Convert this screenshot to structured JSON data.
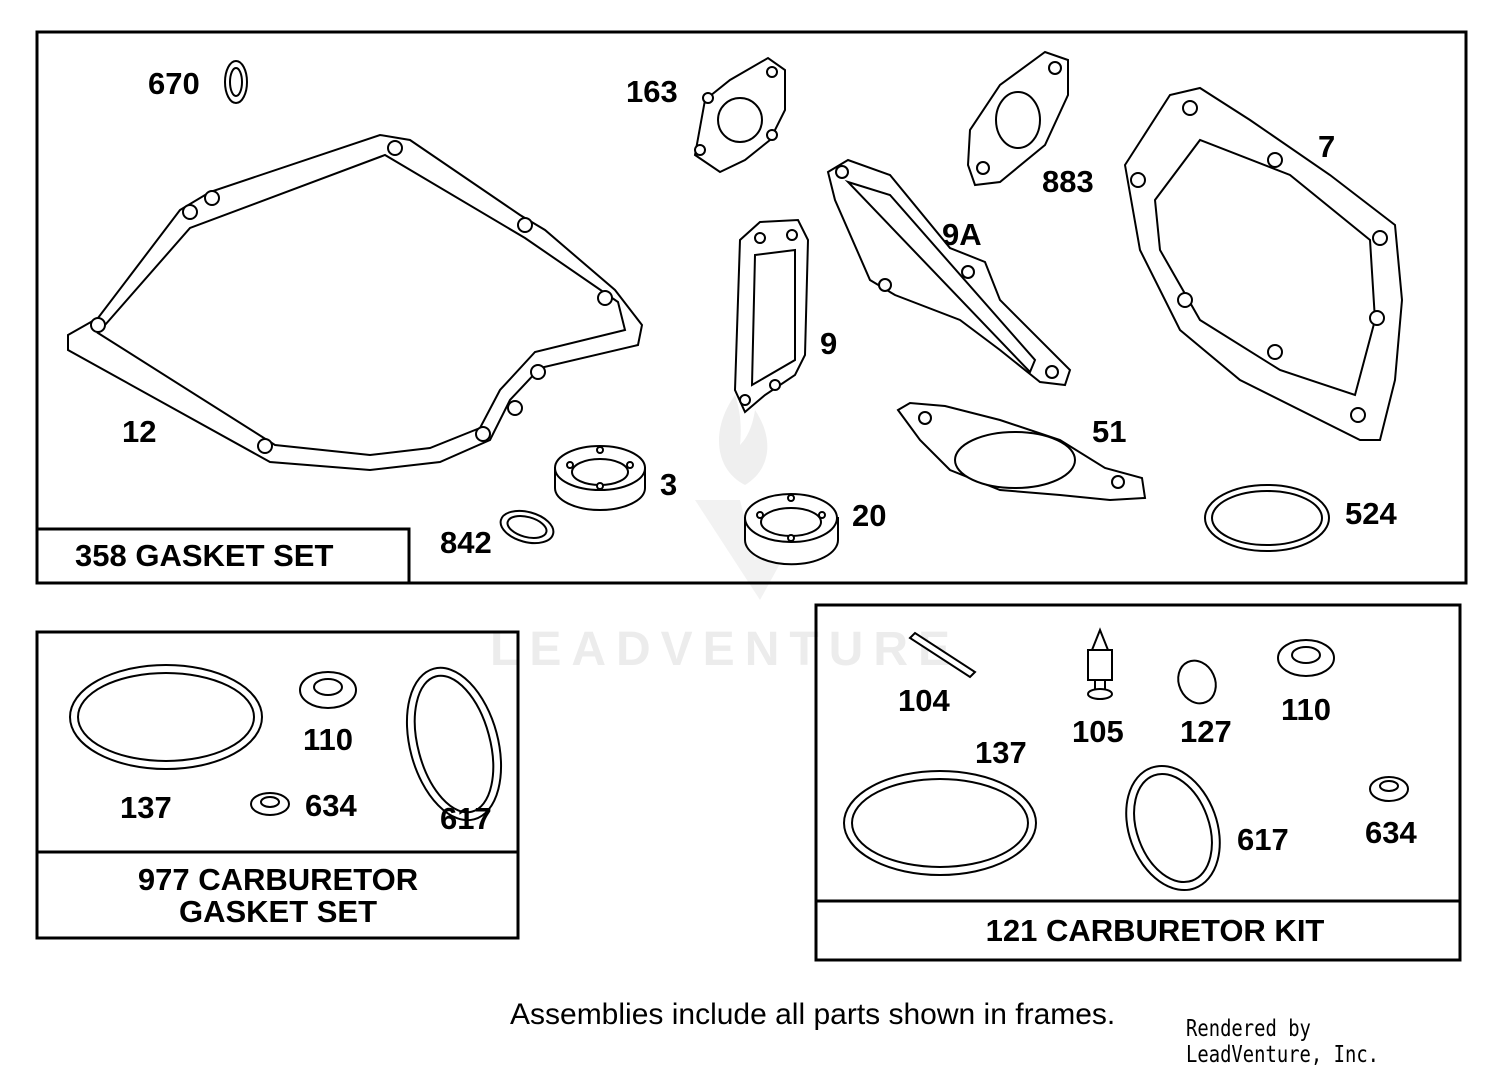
{
  "watermark": "LEADVENTURE",
  "frames": {
    "gasket_set": {
      "label": "358 GASKET SET"
    },
    "carb_gasket_set": {
      "label_line1": "977 CARBURETOR",
      "label_line2": "GASKET SET"
    },
    "carb_kit": {
      "label": "121 CARBURETOR KIT"
    }
  },
  "parts": {
    "p670": "670",
    "p163": "163",
    "p883": "883",
    "p7": "7",
    "p9a": "9A",
    "p9": "9",
    "p12": "12",
    "p3": "3",
    "p20": "20",
    "p51": "51",
    "p842": "842",
    "p524": "524",
    "g137": "137",
    "g110": "110",
    "g634": "634",
    "g617": "617",
    "k104": "104",
    "k105": "105",
    "k127": "127",
    "k110": "110",
    "k137": "137",
    "k617": "617",
    "k634": "634"
  },
  "footer": {
    "note": "Assemblies include all parts shown in frames.",
    "credit": "Rendered by LeadVenture, Inc."
  }
}
